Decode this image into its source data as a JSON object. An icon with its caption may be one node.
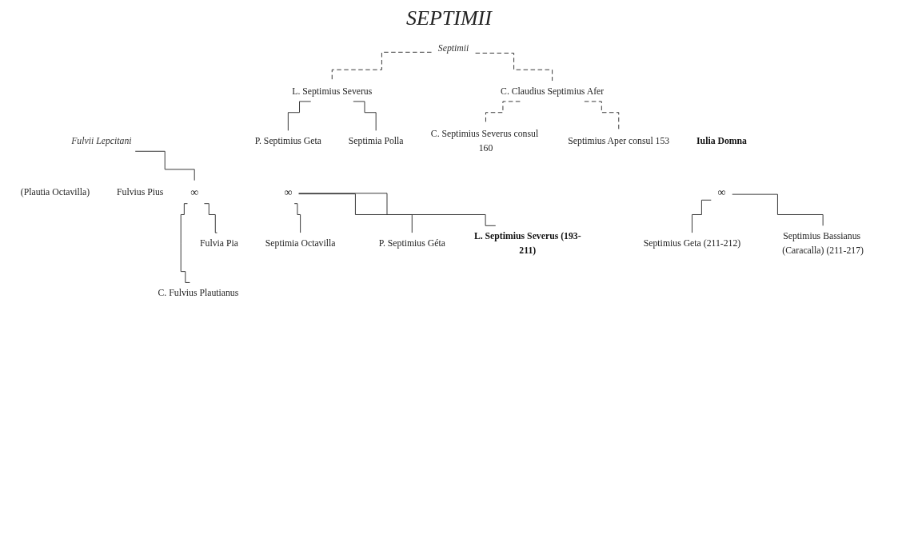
{
  "diagram": {
    "title": "SEPTIMII",
    "nodes": [
      {
        "text": [
          "Septimii"
        ]
      },
      {
        "text": [
          "C. Claudius Septimius Afer"
        ]
      },
      {
        "text": [
          "L. Septimius Severus"
        ]
      },
      {
        "text": [
          "Fulvii Lepcitani"
        ]
      },
      {
        "text": [
          "Fulvius Pius"
        ]
      },
      {
        "text": [
          "∞"
        ]
      },
      {
        "text": [
          "(Plautia Octavilla)"
        ]
      },
      {
        "text": [
          "Septimius Aper consul 153"
        ]
      },
      {
        "text": [
          "C. Septimius Severus consul 160"
        ]
      },
      {
        "text": [
          "Septimia Polla"
        ]
      },
      {
        "text": [
          "P. Septimius Geta"
        ]
      },
      {
        "text": [
          "∞"
        ]
      },
      {
        "text": [
          "Fulvia Pia"
        ]
      },
      {
        "text": [
          "Iulia Domna"
        ]
      },
      {
        "text": [
          "∞"
        ]
      },
      {
        "text": [
          "L. Septimius Severus (193-211)"
        ]
      },
      {
        "text": [
          "P. Septimius Géta"
        ]
      },
      {
        "text": [
          "Septimia Octavilla"
        ]
      },
      {
        "text": [
          "C. Fulvius Plautianus"
        ]
      },
      {
        "text": [
          "Septimius Bassianus (Caracalla) (211-217)"
        ]
      },
      {
        "text": [
          "Septimius Geta (211-212)"
        ]
      }
    ],
    "edges": [
      {
        "from": 0,
        "to": 1,
        "arrow": "none",
        "style": "dashed"
      },
      {
        "from": 0,
        "to": 2,
        "arrow": "none",
        "style": "dashed"
      },
      {
        "from": 3,
        "to": 5,
        "arrow": "none"
      },
      {
        "from": 1,
        "to": 7,
        "arrow": "none",
        "style": "dashed"
      },
      {
        "from": 1,
        "to": 8,
        "arrow": "none",
        "style": "dashed"
      },
      {
        "from": 2,
        "to": 9,
        "arrow": "none"
      },
      {
        "from": 2,
        "to": 10,
        "arrow": "none"
      },
      {
        "from": 5,
        "to": 12,
        "arrow": "none"
      },
      {
        "from": 5,
        "to": 18,
        "arrow": "none"
      },
      {
        "from": 11,
        "to": 15,
        "arrow": "none"
      },
      {
        "from": 11,
        "to": 16,
        "arrow": "none"
      },
      {
        "from": 11,
        "to": 17,
        "arrow": "none"
      },
      {
        "from": 14,
        "to": 19,
        "arrow": "none"
      },
      {
        "from": 14,
        "to": 20,
        "arrow": "none"
      }
    ]
  }
}
